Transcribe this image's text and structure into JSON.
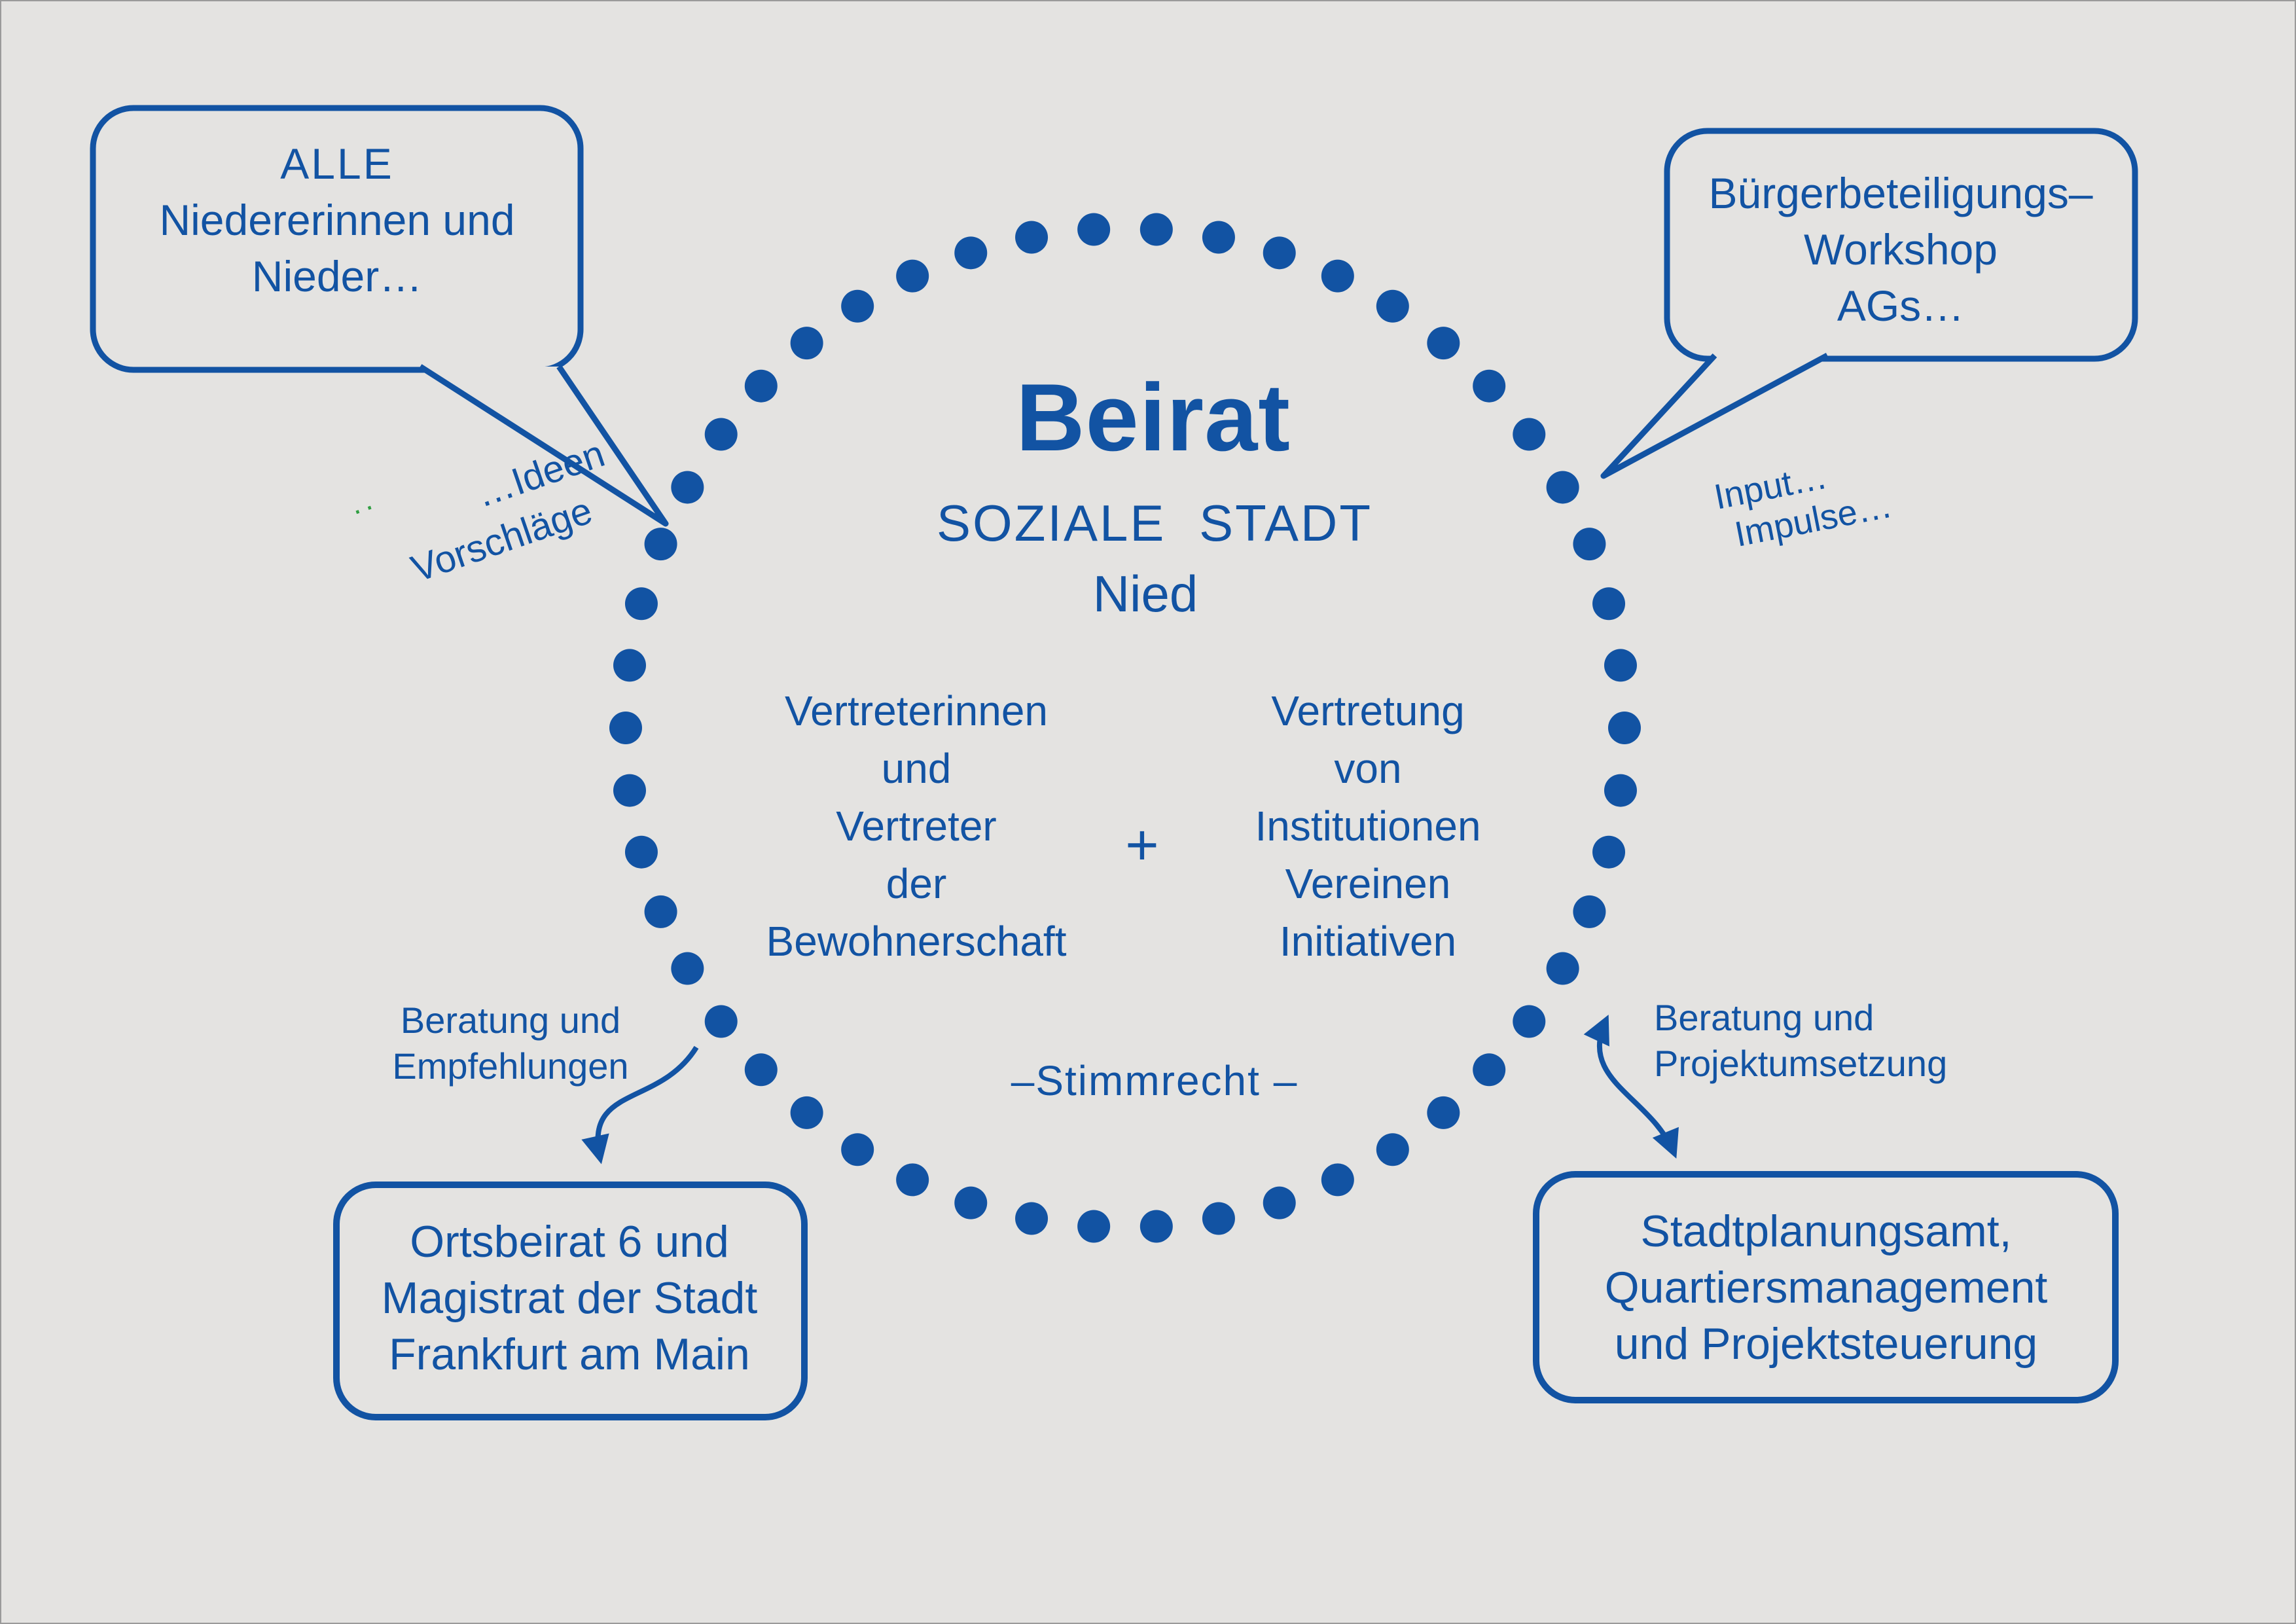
{
  "colors": {
    "background": "#e4e3e1",
    "primary_blue": "#1253a3",
    "accent_green": "#2f9e41"
  },
  "circle": {
    "title": "Beirat",
    "subtitle": "SOZIALE STADT",
    "district": "Nied",
    "left_group": [
      "Vertreterinnen",
      "und",
      "Vertreter",
      "der",
      "Bewohnerschaft"
    ],
    "plus": "+",
    "right_group": [
      "Vertretung",
      "von",
      "Institutionen",
      "Vereinen",
      "Initiativen"
    ],
    "voting_note": "–Stimmrecht –"
  },
  "bubble_top_left": {
    "lines": [
      "ALLE",
      "Niedererinnen und",
      "Nieder…"
    ]
  },
  "bubble_top_right": {
    "lines": [
      "Bürgerbeteiligungs–",
      "Workshop",
      "AGs…"
    ]
  },
  "label_ideen": {
    "line1": "…Ideen",
    "line2": "Vorschläge",
    "green_dots": "··"
  },
  "label_input": {
    "line1": "Input…",
    "line2": "Impulse…"
  },
  "label_beratung_left": {
    "lines": [
      "Beratung und",
      "Empfehlungen"
    ]
  },
  "label_beratung_right": {
    "lines": [
      "Beratung und",
      "Projektumsetzung"
    ]
  },
  "box_bottom_left": {
    "lines": [
      "Ortsbeirat 6 und",
      "Magistrat der Stadt",
      "Frankfurt am Main"
    ]
  },
  "box_bottom_right": {
    "lines": [
      "Stadtplanungsamt,",
      "Quartiersmanagement",
      "und Projektsteuerung"
    ]
  }
}
